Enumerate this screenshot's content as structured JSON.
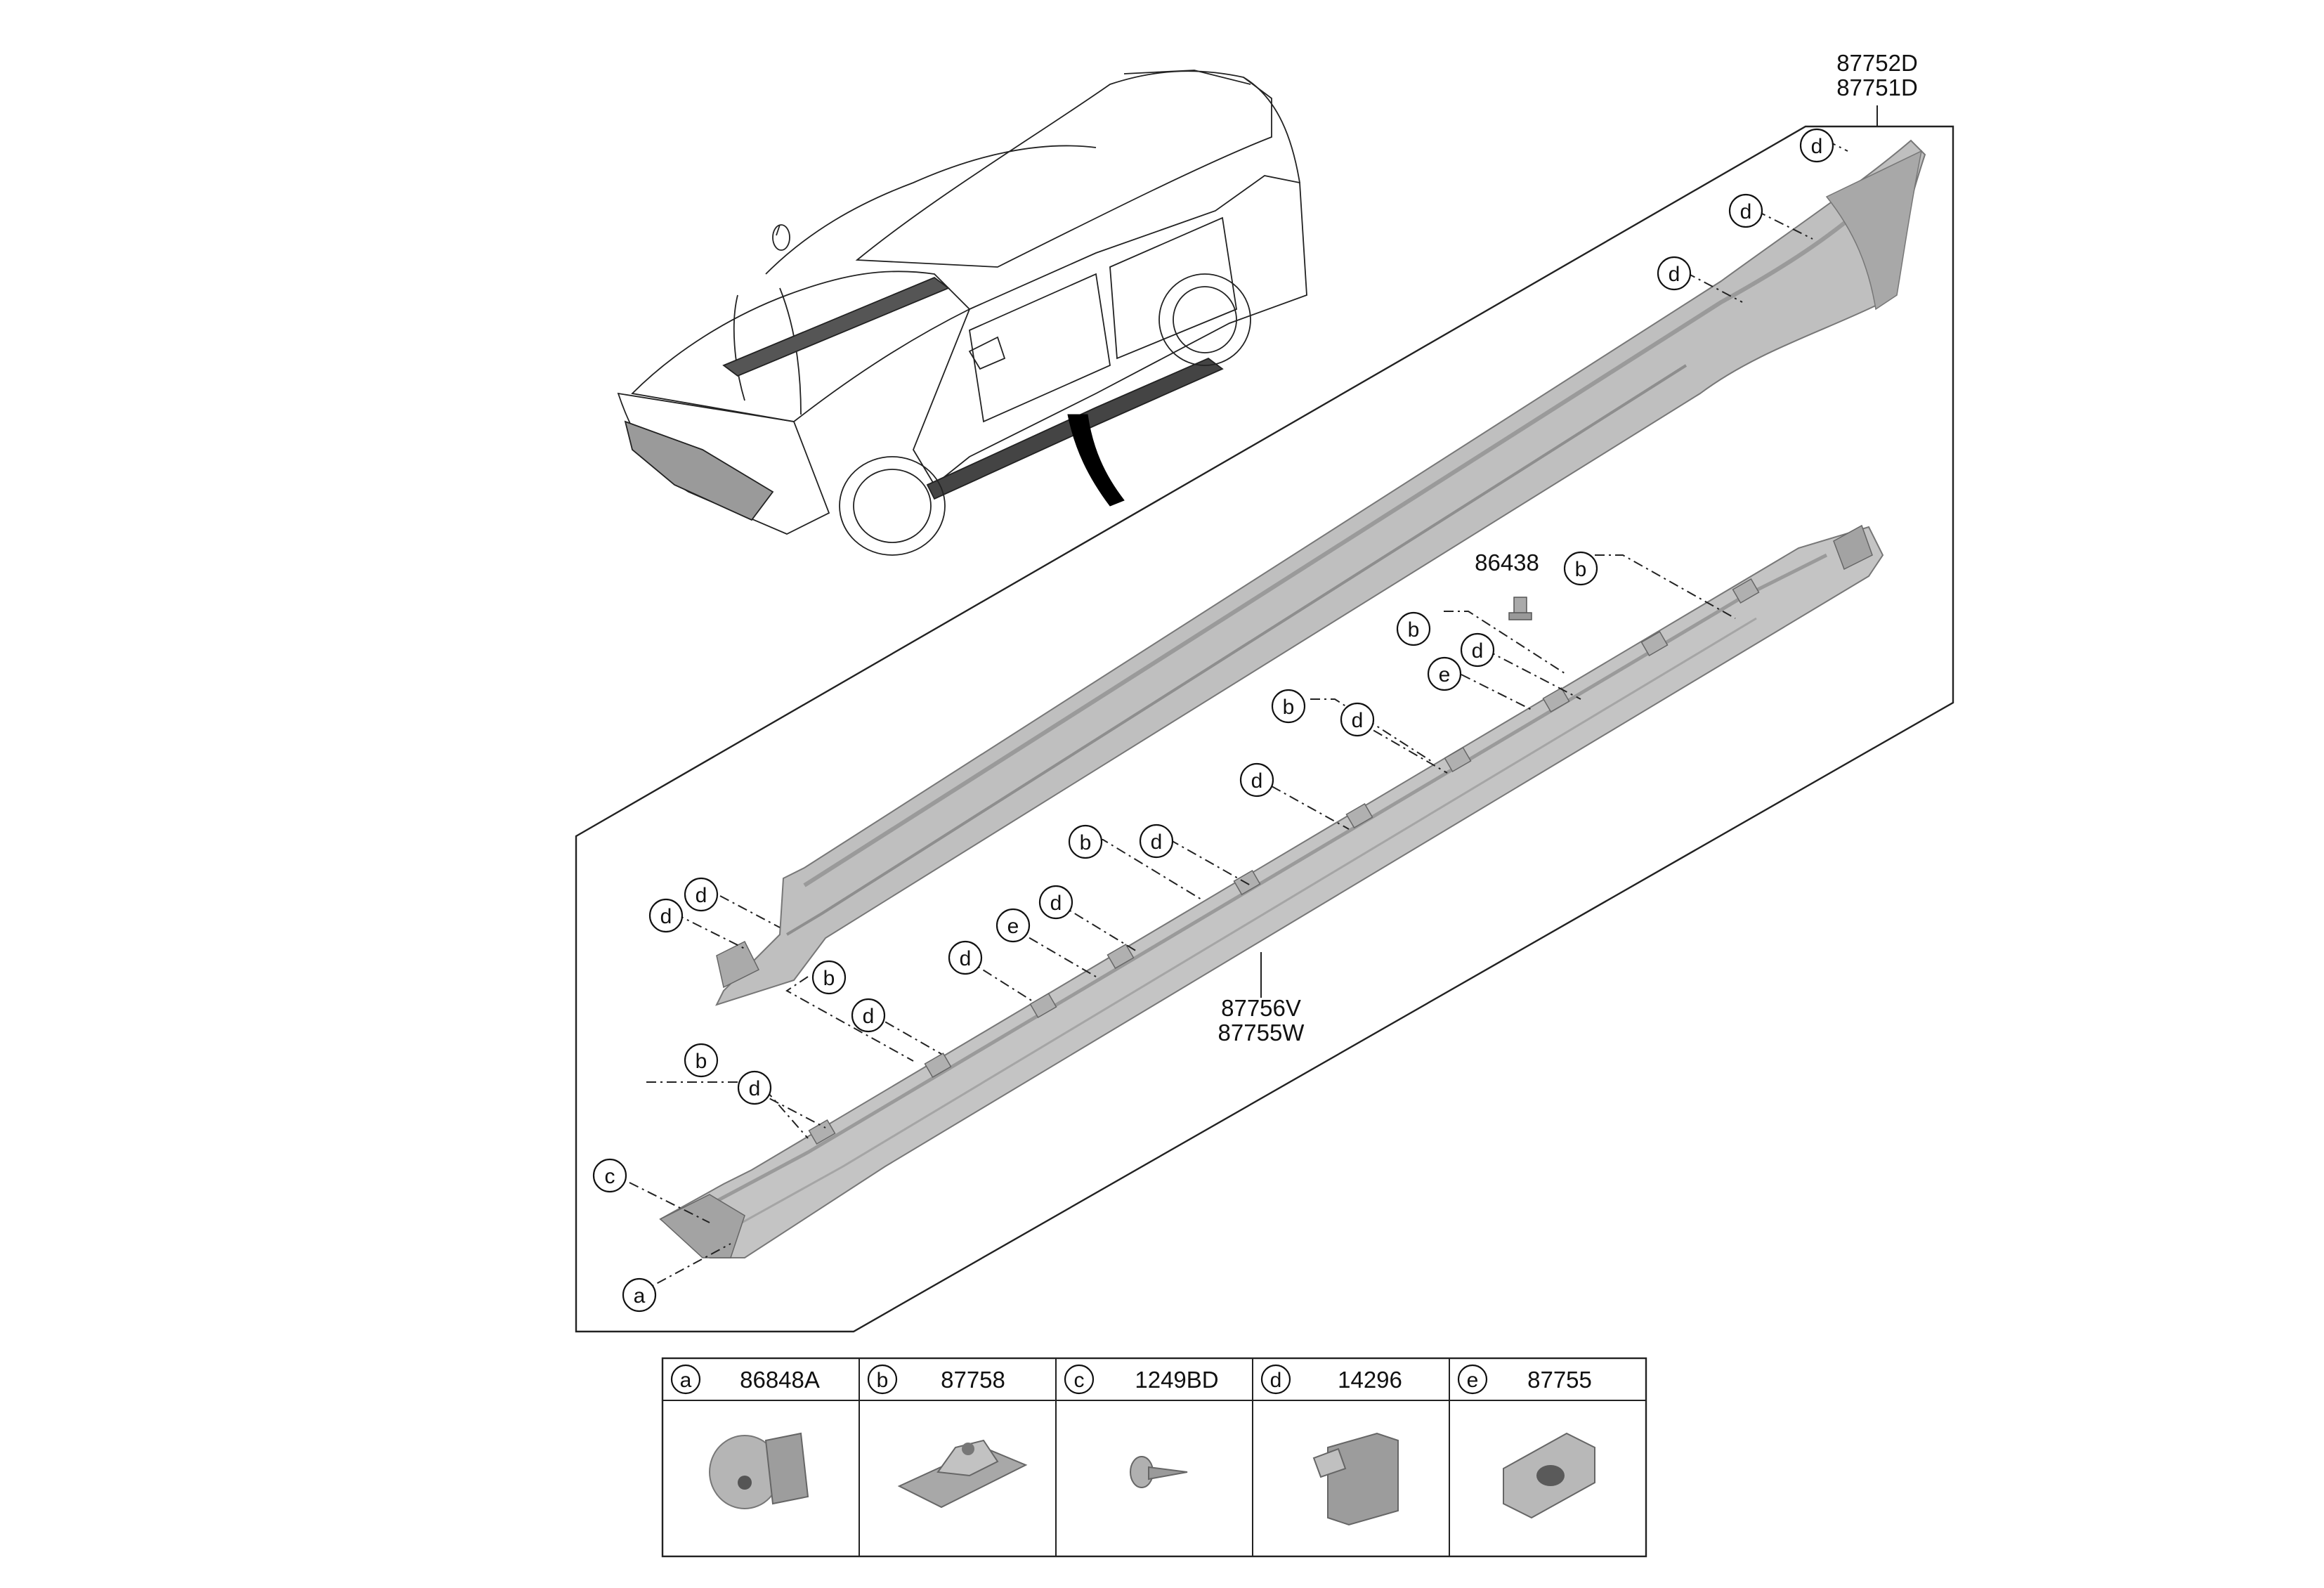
{
  "part_labels": {
    "molding_top_1": "87752D",
    "molding_top_2": "87751D",
    "clip_small": "86438",
    "molding_lower_1": "87756V",
    "molding_lower_2": "87755W"
  },
  "callout_letters": {
    "a": "a",
    "b": "b",
    "c": "c",
    "d": "d",
    "e": "e"
  },
  "legend": [
    {
      "letter": "a",
      "part": "86848A",
      "icon": "push-nut-icon"
    },
    {
      "letter": "b",
      "part": "87758",
      "icon": "clip-bracket-icon"
    },
    {
      "letter": "c",
      "part": "1249BD",
      "icon": "screw-icon"
    },
    {
      "letter": "d",
      "part": "14296",
      "icon": "retainer-clip-icon"
    },
    {
      "letter": "e",
      "part": "87755",
      "icon": "pad-icon"
    }
  ],
  "colors": {
    "part_fill": "#bfbfbf",
    "part_shadow": "#8e8e8e",
    "line": "#222222"
  }
}
